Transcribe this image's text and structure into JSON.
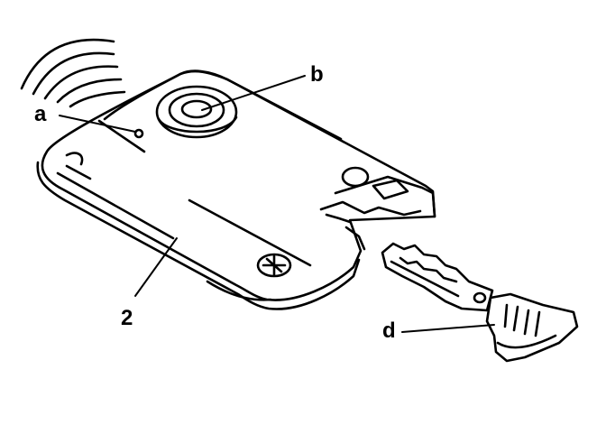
{
  "labels": {
    "a": "a",
    "b": "b",
    "card": "2",
    "d": "d"
  },
  "colors": {
    "ink": "#000000",
    "paper": "#ffffff"
  }
}
